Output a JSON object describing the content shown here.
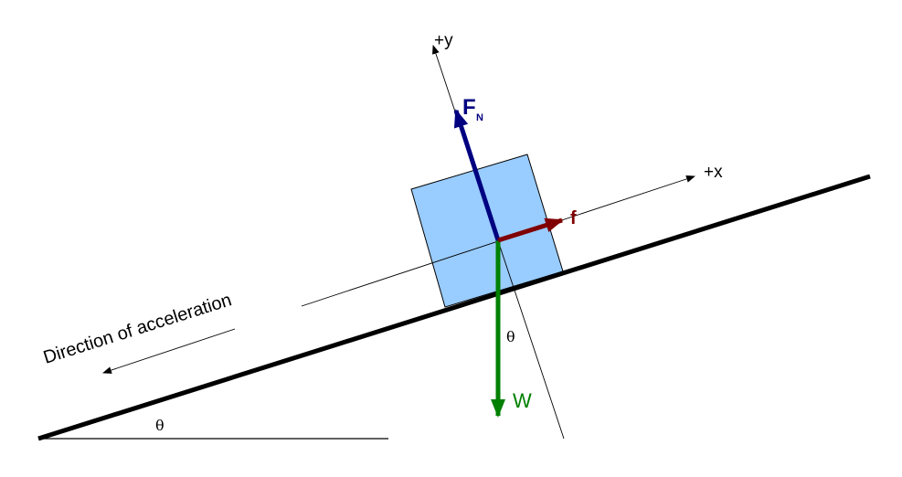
{
  "labels": {
    "y_axis": "+y",
    "x_axis": "+x",
    "normal_force": "F",
    "normal_force_sub": "N",
    "friction": "f",
    "weight": "W",
    "direction": "Direction of acceleration",
    "angle_incline": "θ",
    "angle_weight": "θ"
  },
  "colors": {
    "block_fill": "#99ccff",
    "normal_force": "#000080",
    "friction": "#800000",
    "weight": "#008000",
    "incline": "#000000"
  }
}
